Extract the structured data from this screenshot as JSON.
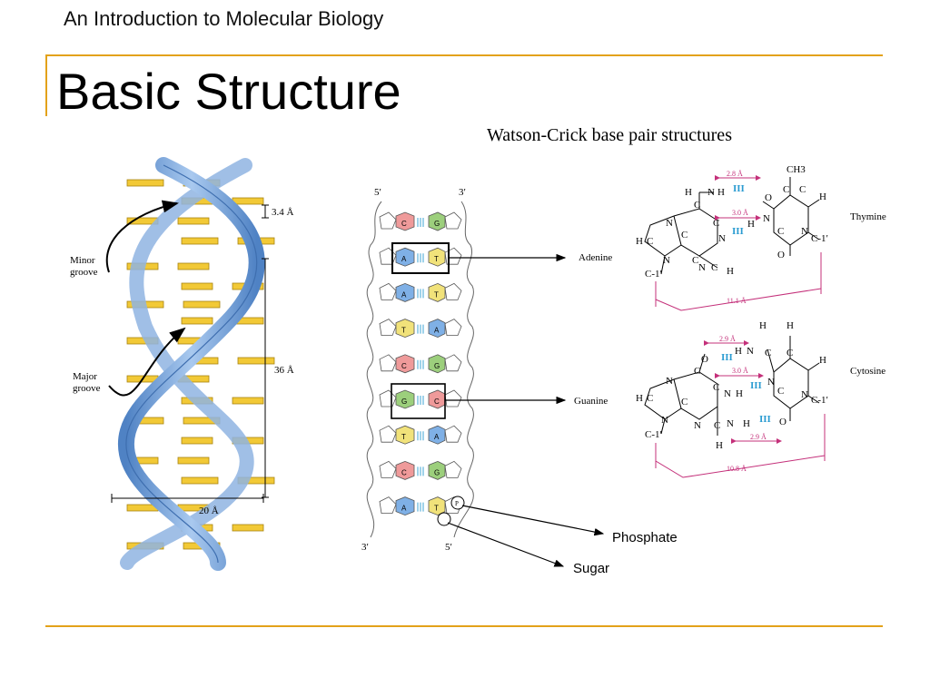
{
  "header": {
    "course_title": "An Introduction to Molecular Biology",
    "slide_title": "Basic Structure"
  },
  "colors": {
    "accent_rule": "#e3a21a",
    "backbone_blue": "#6e9fd8",
    "base_yellow": "#f2c936",
    "dimension_magenta": "#c4307a",
    "hbond_cyan": "#2a9bd1"
  },
  "helix": {
    "minor_groove": [
      "Minor",
      "groove"
    ],
    "major_groove": [
      "Major",
      "groove"
    ],
    "rise": "3.4 Å",
    "pitch": "36 Å",
    "width": "20 Å"
  },
  "ladder": {
    "end_top_left": "5′",
    "end_top_right": "3′",
    "end_bottom_left": "3′",
    "end_bottom_right": "5′",
    "pairs": [
      {
        "left": "C",
        "right": "G"
      },
      {
        "left": "A",
        "right": "T"
      },
      {
        "left": "A",
        "right": "T"
      },
      {
        "left": "T",
        "right": "A"
      },
      {
        "left": "C",
        "right": "G"
      },
      {
        "left": "G",
        "right": "C"
      },
      {
        "left": "T",
        "right": "A"
      },
      {
        "left": "C",
        "right": "G"
      },
      {
        "left": "A",
        "right": "T"
      }
    ],
    "phosphate_marker": "P",
    "callouts": {
      "adenine": "Adenine",
      "guanine": "Guanine",
      "phosphate": "Phosphate",
      "sugar": "Sugar"
    }
  },
  "structures": {
    "title": "Watson-Crick base pair structures",
    "at": {
      "partner": "Thymine",
      "dist_top": "2.8 Å",
      "dist_mid": "3.0 Å",
      "dist_span": "11.1 Å",
      "methyl": "CH3"
    },
    "gc": {
      "partner": "Cytosine",
      "dist_top": "2.9 Å",
      "dist_mid": "3.0 Å",
      "dist_bottom": "2.9 Å",
      "dist_span": "10.8 Å"
    }
  }
}
